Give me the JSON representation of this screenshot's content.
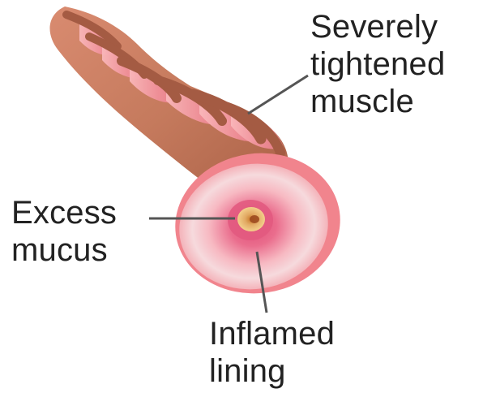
{
  "diagram": {
    "labels": {
      "muscle": [
        "Severely",
        "tightened",
        "muscle"
      ],
      "mucus": [
        "Excess",
        "mucus"
      ],
      "lining": [
        "Inflamed",
        "lining"
      ]
    },
    "colors": {
      "outer_muscle": "#c57a5d",
      "muscle_dark": "#a45b43",
      "airway_outer": "#f3a3a7",
      "airway_lining": "#eb6b87",
      "lumen_inner": "#f8cfd7",
      "mucus": "#d79d55",
      "leader_line": "#555555"
    }
  }
}
